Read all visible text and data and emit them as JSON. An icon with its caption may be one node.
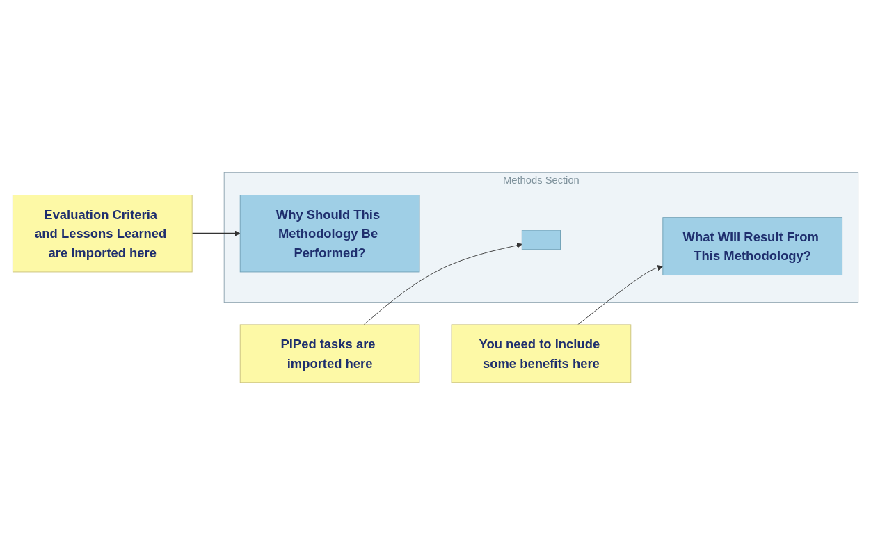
{
  "diagram": {
    "nodes": [
      {
        "text": [
          "Methods Section"
        ]
      },
      {
        "text": [
          "Why Should This Methodology Be Performed?"
        ],
        "in": 0
      },
      {
        "text": [],
        "shape": "box",
        "in": 0
      },
      {
        "text": [
          "What Will Result From This Methodology?"
        ],
        "in": 0
      },
      {
        "text": [
          "Evaluation Criteria and Lessons Learned are imported here"
        ]
      },
      {
        "text": [
          "PIPed tasks are imported here"
        ]
      },
      {
        "text": [
          "You need to include some benefits here"
        ]
      }
    ],
    "edges": [
      {
        "from": 4,
        "to": 1,
        "arrow": "to"
      },
      {
        "from": 5,
        "to": 2,
        "arrow": "to"
      },
      {
        "from": 6,
        "to": 3,
        "arrow": "to"
      }
    ]
  }
}
